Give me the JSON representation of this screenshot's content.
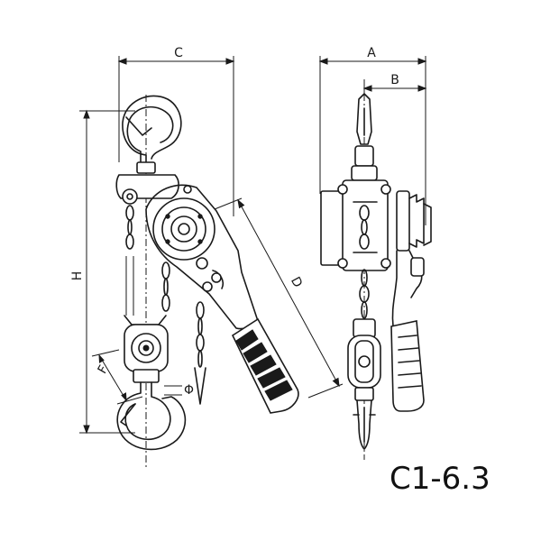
{
  "dimensions": {
    "a": "A",
    "b": "B",
    "c": "C",
    "d": "D",
    "h": "H",
    "f": "F",
    "phi": "Φ"
  },
  "model_label": "C1-6.3"
}
